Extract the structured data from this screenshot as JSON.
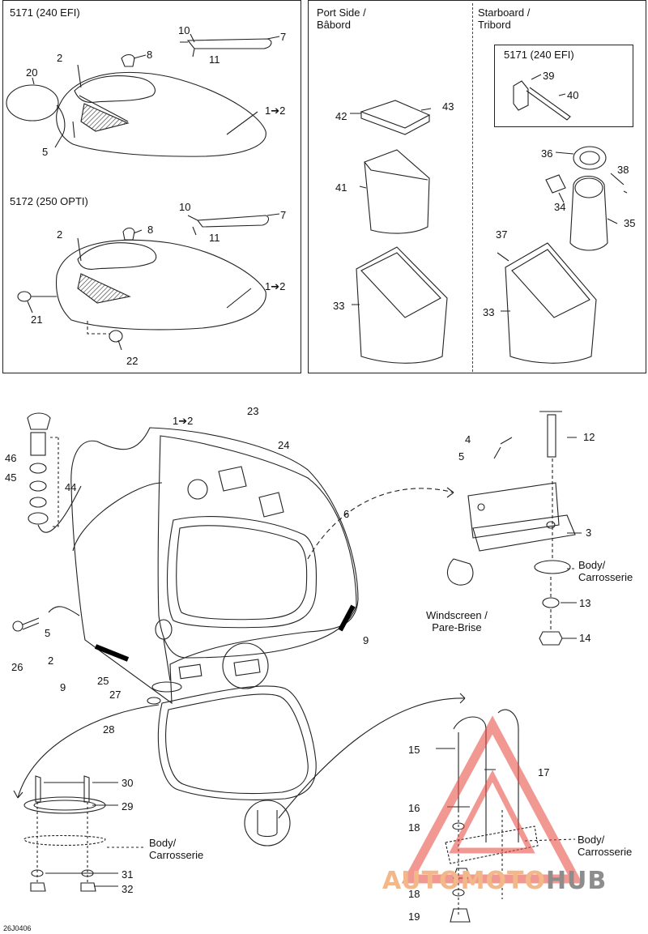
{
  "panels": {
    "top_left_header_1": "5171 (240 EFI)",
    "top_left_header_2": "5172 (250 OPTI)",
    "port_header": "Port Side /\nBâbord",
    "starboard_header": "Starboard /\nTribord",
    "starboard_inset_header": "5171 (240 EFI)"
  },
  "callouts": {
    "c10a": "10",
    "c7a": "7",
    "c11a": "11",
    "c8a": "8",
    "c2a": "2",
    "c20": "20",
    "c1a": "1➔2",
    "c5a": "5",
    "c10b": "10",
    "c7b": "7",
    "c11b": "11",
    "c8b": "8",
    "c2b": "2",
    "c1b": "1➔2",
    "c21": "21",
    "c22": "22",
    "c42": "42",
    "c43": "43",
    "c41": "41",
    "c33a": "33",
    "c39": "39",
    "c40": "40",
    "c36": "36",
    "c38": "38",
    "c34": "34",
    "c35": "35",
    "c37": "37",
    "c33b": "33",
    "c1c": "1➔2",
    "c23": "23",
    "c24": "24",
    "c46": "46",
    "c45": "45",
    "c44": "44",
    "c6": "6",
    "c4": "4",
    "c5b": "5",
    "c12": "12",
    "c3": "3",
    "c13": "13",
    "c14": "14",
    "c26": "26",
    "c5c": "5",
    "c2c": "2",
    "c9a": "9",
    "c25": "25",
    "c27": "27",
    "c9b": "9",
    "c28": "28",
    "c30": "30",
    "c29": "29",
    "c31": "31",
    "c32": "32",
    "c15": "15",
    "c17": "17",
    "c16": "16",
    "c18a": "18",
    "c18b": "18",
    "c19": "19"
  },
  "labels": {
    "body_1": "Body/\nCarrosserie",
    "windscreen": "Windscreen /\nPare-Brise",
    "body_2": "Body/\nCarrosserie",
    "body_3": "Body/\nCarrosserie"
  },
  "figure_id": "26J0406",
  "watermark": {
    "part1": "AUTOMOTO",
    "part2": "HUB"
  },
  "colors": {
    "line": "#222222",
    "watermark_red": "#e8443a",
    "watermark_orange": "#f3b88a",
    "watermark_gray": "#8d8d8d"
  }
}
